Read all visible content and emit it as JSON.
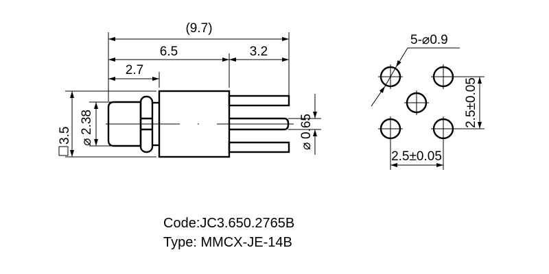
{
  "drawing": {
    "side_view": {
      "overall_length": "(9.7)",
      "body_length": "6.5",
      "pin_length": "3.2",
      "front_length": "2.7",
      "body_square": "3.5",
      "front_diameter": "2.38",
      "pin_diameter": "0.65",
      "square_symbol": "□",
      "diameter_symbol": "⌀"
    },
    "footprint": {
      "hole_callout": "5-⌀0.9",
      "vertical_pitch": "2.5±0.05",
      "horizontal_pitch": "2.5±0.05"
    }
  },
  "caption": {
    "code": "Code:JC3.650.2765B",
    "type": "Type: MMCX-JE-14B"
  }
}
